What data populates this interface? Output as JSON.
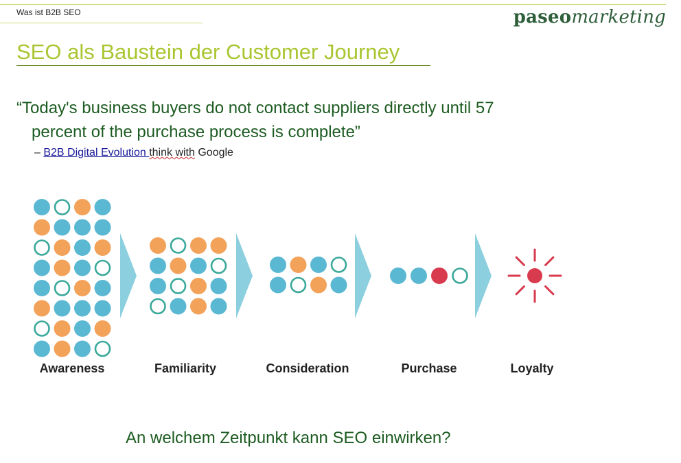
{
  "header": {
    "label": "Was ist B2B SEO"
  },
  "logo": {
    "part1": "paseo",
    "part2": "marketing"
  },
  "title": "SEO als Baustein der Customer Journey",
  "quote": {
    "line1": "“Today's business buyers do not contact suppliers directly until 57",
    "line2": "percent of the purchase process is complete”",
    "source_dash": "– ",
    "source_link": "B2B Digital Evolution ",
    "source_mid": "think with",
    "source_end": " Google"
  },
  "stages": [
    {
      "label": "Awareness"
    },
    {
      "label": "Familiarity"
    },
    {
      "label": "Consideration"
    },
    {
      "label": "Purchase"
    },
    {
      "label": "Loyalty"
    }
  ],
  "colors": {
    "blue": "#5ab8d2",
    "orange": "#f3a25a",
    "teal_ring": "#3aa89a",
    "red": "#d83a4e",
    "arrow": "#8ccfdf",
    "title_green": "#a9c631",
    "text_green": "#1d5c22"
  },
  "question": "An welchem Zeitpunkt kann SEO einwirken?"
}
